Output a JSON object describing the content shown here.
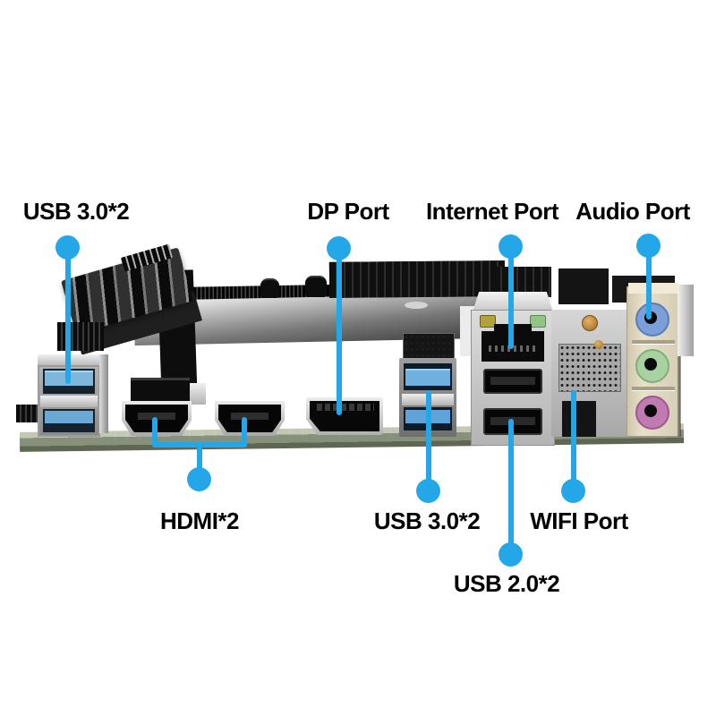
{
  "image": {
    "type": "product-callout-diagram",
    "subject": "mini-ITX motherboard rear I/O ports"
  },
  "colors": {
    "background": "#ffffff",
    "callout_accent": "#23A7E8",
    "label_text": "#000000",
    "pcb_edge_green": "#87907b",
    "usb3_blue": "#79b1da",
    "audio_jack_blue": "#7b9fd8",
    "audio_jack_green": "#a9d2a2",
    "audio_jack_pink": "#c07bb0",
    "ethernet_led_yellow": "#b2a23b",
    "ethernet_led_green": "#92c583",
    "audio_panel_cream": "#e0d8c0",
    "metal_silver": "#cccccc",
    "heatsink_black": "#1a1a1a"
  },
  "callouts": {
    "top": [
      {
        "label": "USB 3.0*2",
        "target": "usb3-stack-left"
      },
      {
        "label": "DP Port",
        "target": "displayport"
      },
      {
        "label": "Internet Port",
        "target": "ethernet-port"
      },
      {
        "label": "Audio Port",
        "target": "audio-jacks"
      }
    ],
    "bottom": [
      {
        "label": "HDMI*2",
        "target": "hdmi-ports"
      },
      {
        "label": "USB 3.0*2",
        "target": "usb3-stack-right"
      },
      {
        "label": "WIFI Port",
        "target": "wifi-module"
      },
      {
        "label": "USB 2.0*2",
        "target": "usb2-ports"
      }
    ]
  }
}
